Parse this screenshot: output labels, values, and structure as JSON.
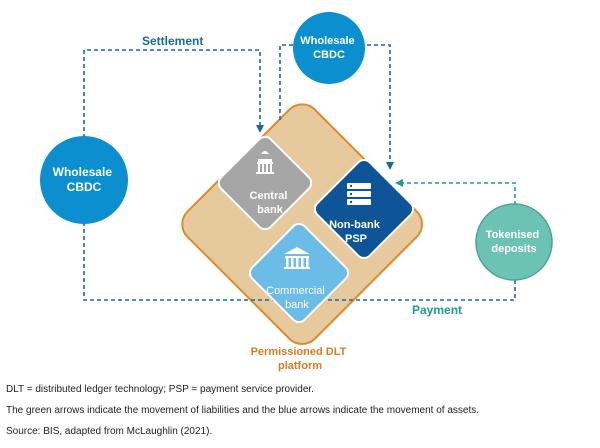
{
  "diagram": {
    "flows": {
      "settlement_label": "Settlement",
      "payment_label": "Payment"
    },
    "nodes": {
      "wholesale_cbdc_top": [
        "Wholesale",
        "CBDC"
      ],
      "wholesale_cbdc_left": [
        "Wholesale",
        "CBDC"
      ],
      "tokenised_deposits": [
        "Tokenised",
        "deposits"
      ],
      "central_bank": [
        "Central",
        "bank"
      ],
      "non_bank_psp": [
        "Non-bank",
        "PSP"
      ],
      "commercial_bank": [
        "Commercial",
        "bank"
      ]
    },
    "platform_label": [
      "Permissioned DLT",
      "platform"
    ],
    "colors": {
      "asset_flow": "#1769aa",
      "liability_flow": "#1f9e8a",
      "cbdc_circle": "#0b8fcf",
      "tokenised_circle": "#6cc3b3",
      "platform_fill": "#e6c99d",
      "platform_border": "#e08a2e",
      "central_bank": "#a6a6a6",
      "non_bank_psp": "#0d5596",
      "commercial_bank": "#6bbce6"
    },
    "icons": {
      "central_bank": "institution-building-icon",
      "non_bank_psp": "server-stack-icon",
      "commercial_bank": "bank-building-icon"
    }
  },
  "notes": {
    "abbreviations": "DLT = distributed ledger technology; PSP = payment service provider.",
    "arrows": "The green arrows indicate the movement of liabilities and the blue arrows indicate the movement of assets.",
    "source": "Source: BIS, adapted from McLaughlin (2021)."
  }
}
